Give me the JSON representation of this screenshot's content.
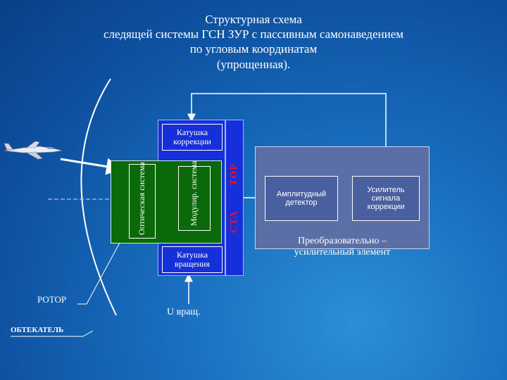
{
  "title": {
    "line1": "Структурная схема",
    "line2": "следящей системы ГСН ЗУР с пассивным самонаведением",
    "line3": "по угловым координатам",
    "line4": "(упрощенная)."
  },
  "blocks": {
    "coil_correction": [
      "Катушка",
      "коррекции"
    ],
    "coil_rotation": [
      "Катушка",
      "вращения"
    ],
    "optical_system": "Оптическая система",
    "modulator": "Модулир. система",
    "sta": "СТА",
    "tor": "ТОР",
    "amplitude_detector": [
      "Амплитудный",
      "детектор"
    ],
    "amplifier": [
      "Усилитель",
      "сигнала",
      "коррекции"
    ],
    "converter_label": [
      "Преобразовательно –",
      "усилительный элемент"
    ]
  },
  "labels": {
    "rotor": "РОТОР",
    "fairing": "ОБТЕКАТЕЛЬ",
    "u_rot": "U вращ."
  },
  "colors": {
    "background": "#0d4f9e",
    "coil_blue": "#1530d8",
    "optical_green": "#0a6a0a",
    "converter_gray": "#5a6fa5",
    "sta_red": "#ff1010"
  }
}
